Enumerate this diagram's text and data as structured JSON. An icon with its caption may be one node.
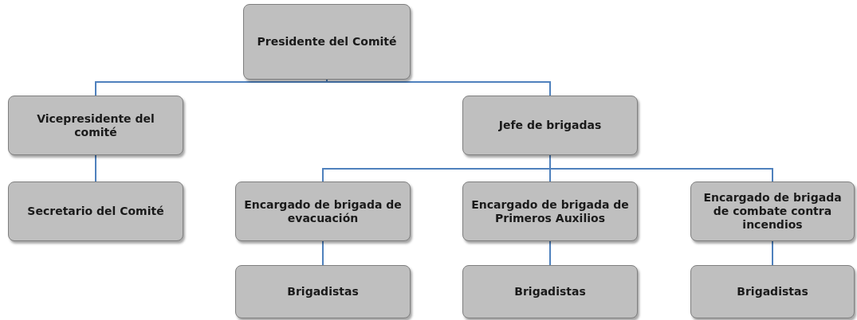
{
  "diagram": {
    "nodes": [
      {
        "text": [
          "Presidente del Comité"
        ]
      },
      {
        "text": [
          "Vicepresidente del comité"
        ]
      },
      {
        "text": [
          "Jefe de brigadas"
        ]
      },
      {
        "text": [
          "Secretario del Comité"
        ]
      },
      {
        "text": [
          "Encargado de brigada de evacuación"
        ]
      },
      {
        "text": [
          "Encargado de brigada de Primeros Auxilios"
        ]
      },
      {
        "text": [
          "Encargado de brigada de combate contra incendios"
        ]
      },
      {
        "text": [
          "Brigadistas"
        ]
      },
      {
        "text": [
          "Brigadistas"
        ]
      },
      {
        "text": [
          "Brigadistas"
        ]
      }
    ],
    "edges": [
      {
        "from": 0,
        "to": 1,
        "arrow": "none"
      },
      {
        "from": 0,
        "to": 2,
        "arrow": "none"
      },
      {
        "from": 1,
        "to": 3,
        "arrow": "none"
      },
      {
        "from": 2,
        "to": 4,
        "arrow": "none"
      },
      {
        "from": 2,
        "to": 5,
        "arrow": "none"
      },
      {
        "from": 2,
        "to": 6,
        "arrow": "none"
      },
      {
        "from": 4,
        "to": 7,
        "arrow": "none"
      },
      {
        "from": 5,
        "to": 8,
        "arrow": "none"
      },
      {
        "from": 6,
        "to": 9,
        "arrow": "none"
      }
    ]
  }
}
